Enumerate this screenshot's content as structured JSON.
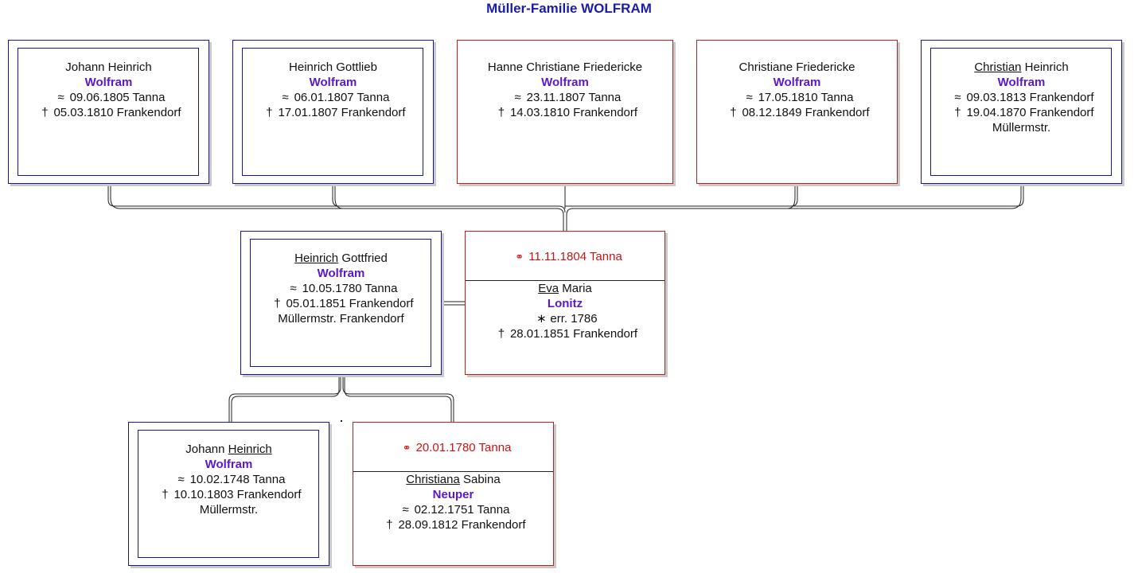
{
  "title": "Müller-Familie WOLFRAM",
  "colors": {
    "title": "#1c1ca8",
    "surname": "#5a18c8",
    "marriage": "#c81414",
    "male_border": "#1a1a80",
    "female_border": "#c02020"
  },
  "symbols": {
    "baptism": "≈",
    "death": "†",
    "birth": "∗",
    "marriage": "⚭"
  },
  "children": [
    {
      "given_pre": "Johann Heinrich",
      "given_u": "",
      "given_post": "",
      "surname": "Wolfram",
      "baptism": "09.06.1805 Tanna",
      "death": "05.03.1810 Frankendorf",
      "note": ""
    },
    {
      "given_pre": "Heinrich Gottlieb",
      "given_u": "",
      "given_post": "",
      "surname": "Wolfram",
      "baptism": "06.01.1807 Tanna",
      "death": "17.01.1807 Frankendorf",
      "note": ""
    },
    {
      "given_pre": "Hanne Christiane Friedericke",
      "given_u": "",
      "given_post": "",
      "surname": "Wolfram",
      "baptism": "23.11.1807 Tanna",
      "death": "14.03.1810 Frankendorf",
      "note": ""
    },
    {
      "given_pre": "Christiane Friedericke",
      "given_u": "",
      "given_post": "",
      "surname": "Wolfram",
      "baptism": "17.05.1810 Tanna",
      "death": "08.12.1849 Frankendorf",
      "note": ""
    },
    {
      "given_pre": "",
      "given_u": "Christian",
      "given_post": " Heinrich",
      "surname": "Wolfram",
      "baptism": "09.03.1813 Frankendorf",
      "death": "19.04.1870 Frankendorf",
      "note": "Müllermstr."
    }
  ],
  "father": {
    "given_pre": "",
    "given_u": "Heinrich",
    "given_post": " Gottfried",
    "surname": "Wolfram",
    "baptism": "10.05.1780 Tanna",
    "death": "05.01.1851 Frankendorf",
    "note": "Müllermstr. Frankendorf"
  },
  "mother": {
    "marriage": "11.11.1804 Tanna",
    "given_pre": "",
    "given_u": "Eva",
    "given_post": " Maria",
    "surname": "Lonitz",
    "birth": "err. 1786",
    "death": "28.01.1851 Frankendorf"
  },
  "grandfather": {
    "given_pre": "Johann ",
    "given_u": "Heinrich",
    "given_post": "",
    "surname": "Wolfram",
    "baptism": "10.02.1748 Tanna",
    "death": "10.10.1803 Frankendorf",
    "note": "Müllermstr."
  },
  "grandmother": {
    "marriage": "20.01.1780 Tanna",
    "given_pre": "",
    "given_u": "Christiana",
    "given_post": " Sabina",
    "surname": "Neuper",
    "baptism": "02.12.1751 Tanna",
    "death": "28.09.1812 Frankendorf"
  }
}
